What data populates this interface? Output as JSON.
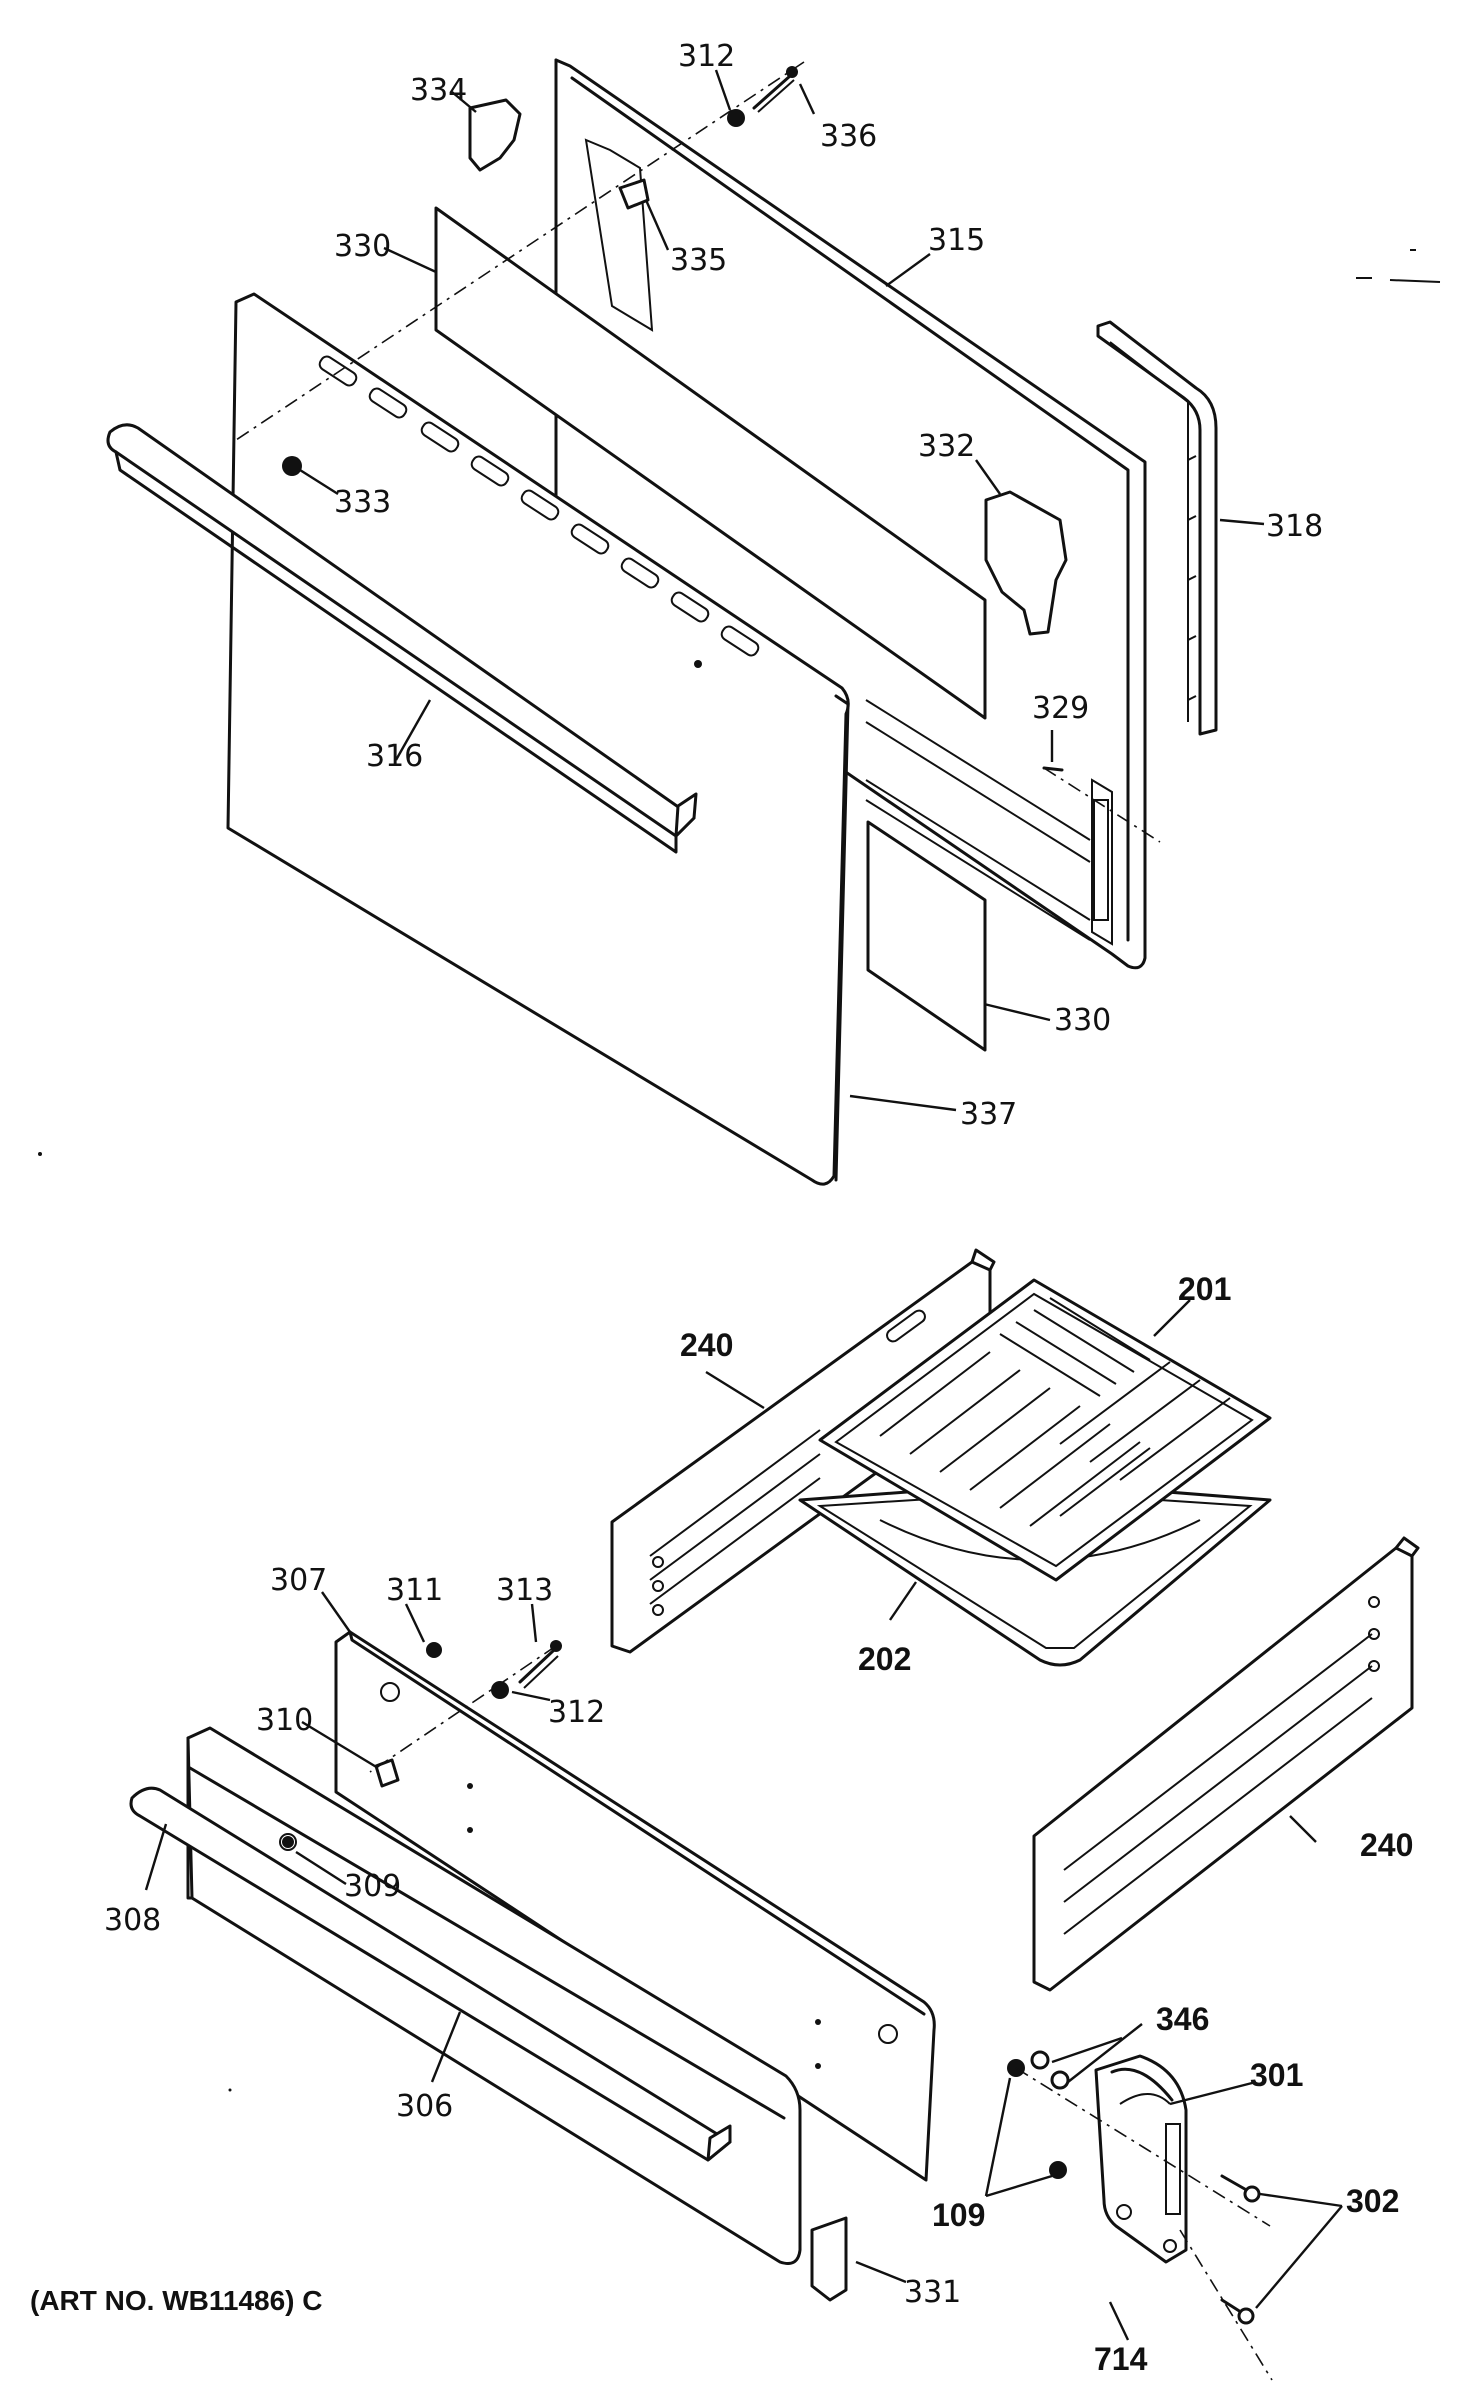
{
  "parts": {
    "p312a": "312",
    "p334": "334",
    "p336": "336",
    "p330a": "330",
    "p335": "335",
    "p315": "315",
    "p332": "332",
    "p318": "318",
    "p333": "333",
    "p329": "329",
    "p316": "316",
    "p330b": "330",
    "p337": "337",
    "p201": "201",
    "p240a": "240",
    "p202": "202",
    "p307": "307",
    "p311": "311",
    "p313": "313",
    "p312b": "312",
    "p310": "310",
    "p309": "309",
    "p308": "308",
    "p240b": "240",
    "p346": "346",
    "p301": "301",
    "p306": "306",
    "p109": "109",
    "p302": "302",
    "p331": "331",
    "p714": "714"
  },
  "caption": "(ART NO. WB11486) C"
}
